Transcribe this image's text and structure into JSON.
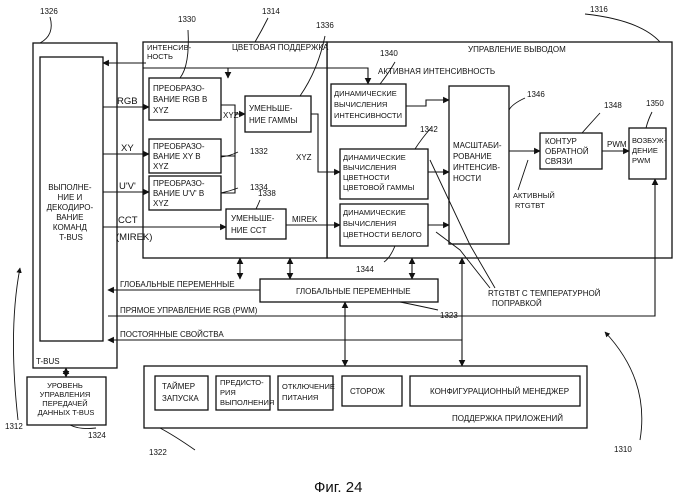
{
  "refs": {
    "r1310": "1310",
    "r1312": "1312",
    "r1314": "1314",
    "r1316": "1316",
    "r1322": "1322",
    "r1323": "1323",
    "r1324": "1324",
    "r1326": "1326",
    "r1330": "1330",
    "r1332": "1332",
    "r1334": "1334",
    "r1336": "1336",
    "r1338": "1338",
    "r1340": "1340",
    "r1342": "1342",
    "r1344": "1344",
    "r1346": "1346",
    "r1348": "1348",
    "r1350": "1350"
  },
  "regions": {
    "output_control": "УПРАВЛЕНИЕ ВЫВОДОМ",
    "color_support": "ЦВЕТОВАЯ ПОДДЕРЖКА",
    "intensity_1": "ИНТЕНСИВ-",
    "intensity_2": "НОСТЬ",
    "app_support": "ПОДДЕРЖКА ПРИЛОЖЕНИЙ",
    "tbus_corner": "T-BUS"
  },
  "boxes": {
    "exec_decode": [
      "ВЫПОЛНЕ-",
      "НИЕ И",
      "ДЕКОДИРО-",
      "ВАНИЕ",
      "КОМАНД",
      "T-BUS"
    ],
    "rgb_xyz": [
      "ПРЕОБРАЗО-",
      "ВАНИЕ RGB В",
      "XYZ"
    ],
    "xy_xyz": [
      "ПРЕОБРАЗО-",
      "ВАНИЕ XY В",
      "XYZ"
    ],
    "uv_xyz": [
      "ПРЕОБРАЗО-",
      "ВАНИЕ U'V' В",
      "XYZ"
    ],
    "gamma": [
      "УМЕНЬШЕ-",
      "НИЕ ГАММЫ"
    ],
    "cct": [
      "УМЕНЬШЕ-",
      "НИЕ CCT"
    ],
    "dyn_intensity": [
      "ДИНАМИЧЕСКИЕ",
      "ВЫЧИСЛЕНИЯ",
      "ИНТЕНСИВНОСТИ"
    ],
    "dyn_gamma": [
      "ДИНАМИЧЕСКИЕ",
      "ВЫЧИСЛЕНИЯ",
      "ЦВЕТНОСТИ",
      "ЦВЕТОВОЙ ГАММЫ"
    ],
    "dyn_white": [
      "ДИНАМИЧЕСКИЕ",
      "ВЫЧИСЛЕНИЯ",
      "ЦВЕТНОСТИ БЕЛОГО"
    ],
    "scaling": [
      "МАСШТАБИ-",
      "РОВАНИЕ",
      "ИНТЕНСИВ-",
      "НОСТИ"
    ],
    "feedback": [
      "КОНТУР",
      "ОБРАТНОЙ",
      "СВЯЗИ"
    ],
    "pwm_drive": [
      "ВОЗБУЖ-",
      "ДЕНИЕ",
      "PWM"
    ],
    "global_vars": "ГЛОБАЛЬНЫЕ ПЕРЕМЕННЫЕ",
    "launch_timer": [
      "ТАЙМЕР",
      "ЗАПУСКА"
    ],
    "exec_preempt": [
      "ПРЕДИСТО-",
      "РИЯ",
      "ВЫПОЛНЕНИЯ"
    ],
    "power_off": [
      "ОТКЛЮЧЕНИЕ",
      "ПИТАНИЯ"
    ],
    "watchdog": "СТОРОЖ",
    "config_manager": "КОНФИГУРАЦИОННЫЙ МЕНЕДЖЕР",
    "tbus_transfer": [
      "УРОВЕНЬ",
      "УПРАВЛЕНИЯ",
      "ПЕРЕДАЧЕЙ",
      "ДАННЫХ T-BUS"
    ]
  },
  "signals": {
    "rgb": "RGB",
    "xy": "XY",
    "uv": "U'V'",
    "cct_1": "CCT",
    "cct_2": "(MIREK)",
    "xyz_a": "XYZ",
    "xyz_b": "XYZ",
    "mirek": "MIREK",
    "active_intensity": "АКТИВНАЯ ИНТЕНСИВНОСТЬ",
    "pwm": "PWM",
    "active_rgb_1": "АКТИВНЫЙ",
    "active_rgb_2": "RTGTBT",
    "temp_corr_1": "RTGTBT С ТЕМПЕРАТУРНОЙ",
    "temp_corr_2": "ПОПРАВКОЙ",
    "global_vars_line": "ГЛОБАЛЬНЫЕ ПЕРЕМЕННЫЕ",
    "direct_rgb": "ПРЯМОЕ УПРАВЛЕНИЕ RGB (PWM)",
    "const_props": "ПОСТОЯННЫЕ СВОЙСТВА"
  },
  "caption": "Фиг. 24"
}
